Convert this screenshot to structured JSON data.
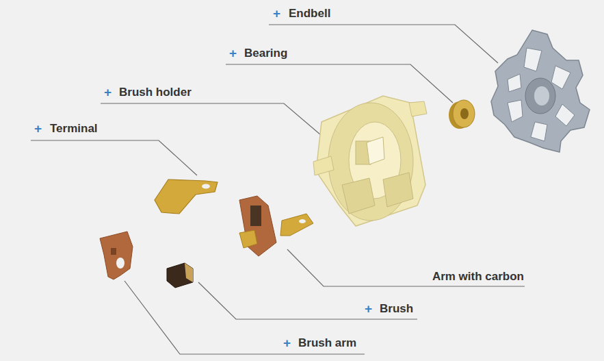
{
  "diagram": {
    "labels": [
      "+",
      "Endbell",
      "+",
      "Bearing",
      "+",
      "Brush holder",
      "+",
      "Terminal",
      "Arm with carbon",
      "+",
      "Brush",
      "+",
      "Brush arm"
    ]
  }
}
